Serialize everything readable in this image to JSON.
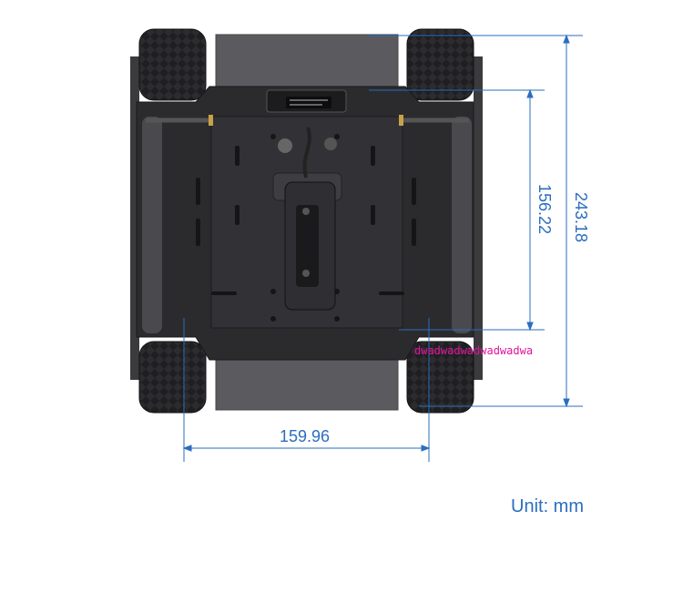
{
  "dimensions": {
    "width_label": "159.96",
    "height_label": "243.18",
    "inner_height_label": "156.22"
  },
  "unit_label": "Unit: mm",
  "overlay_text": "dwadwadwadwadwadwa",
  "colors": {
    "dimension_line": "#2a6ebf",
    "chassis_dark": "#2b2b2e",
    "chassis_plate": "#3a3a3d",
    "tire": "#1e1e20",
    "overlay_text": "#e0149a"
  },
  "icons": [
    "robot-chassis-top-view",
    "tire-icon",
    "camera-module-icon",
    "oled-display-icon"
  ]
}
